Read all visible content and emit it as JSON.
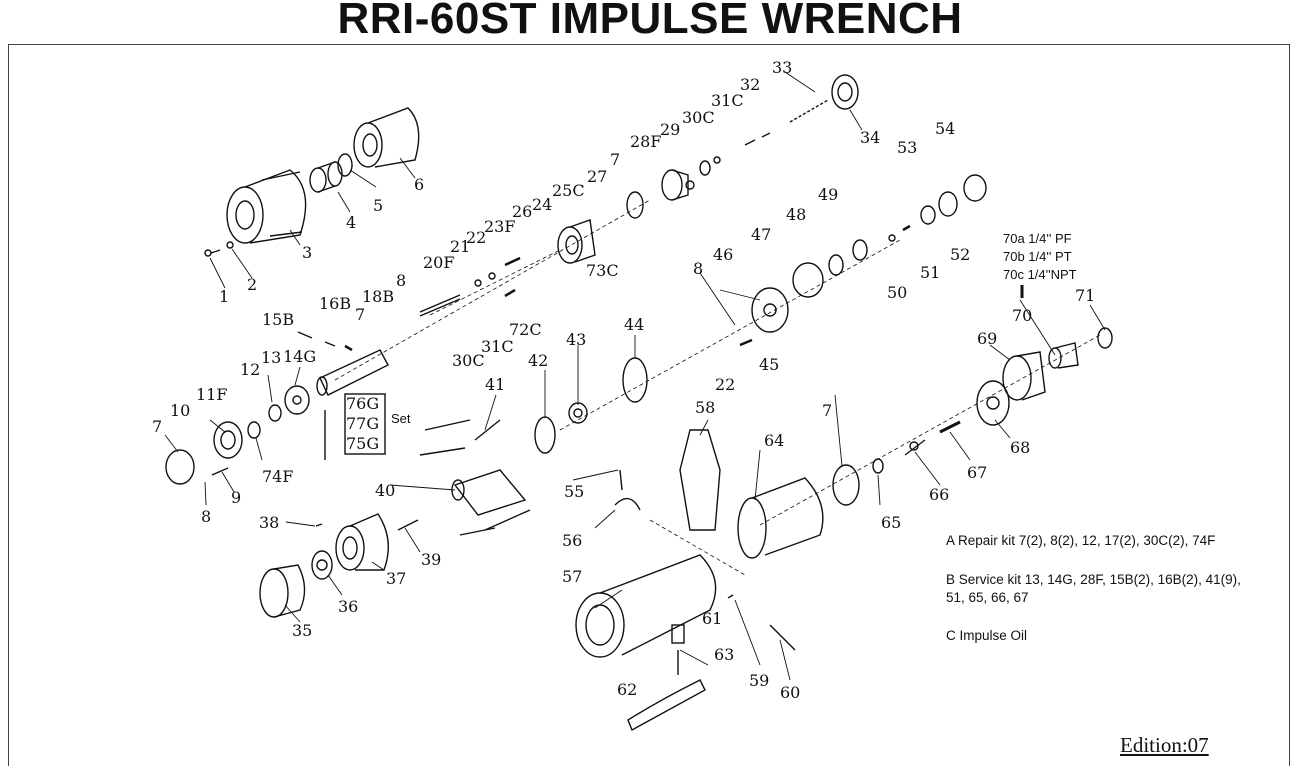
{
  "title": "RRI-60ST IMPULSE WRENCH",
  "parts": [
    {
      "id": "p1",
      "label": "1"
    },
    {
      "id": "p2",
      "label": "2"
    },
    {
      "id": "p3",
      "label": "3"
    },
    {
      "id": "p4",
      "label": "4"
    },
    {
      "id": "p5",
      "label": "5"
    },
    {
      "id": "p6",
      "label": "6"
    },
    {
      "id": "p7a",
      "label": "7"
    },
    {
      "id": "p7b",
      "label": "7"
    },
    {
      "id": "p7c",
      "label": "7"
    },
    {
      "id": "p7d",
      "label": "7"
    },
    {
      "id": "p8a",
      "label": "8"
    },
    {
      "id": "p8b",
      "label": "8"
    },
    {
      "id": "p8c",
      "label": "8"
    },
    {
      "id": "p9",
      "label": "9"
    },
    {
      "id": "p10",
      "label": "10"
    },
    {
      "id": "p11F",
      "label": "11F"
    },
    {
      "id": "p12",
      "label": "12"
    },
    {
      "id": "p13",
      "label": "13"
    },
    {
      "id": "p14G",
      "label": "14G"
    },
    {
      "id": "p15B",
      "label": "15B"
    },
    {
      "id": "p16B",
      "label": "16B"
    },
    {
      "id": "p18B",
      "label": "18B"
    },
    {
      "id": "p20F",
      "label": "20F"
    },
    {
      "id": "p21",
      "label": "21"
    },
    {
      "id": "p22a",
      "label": "22"
    },
    {
      "id": "p22b",
      "label": "22"
    },
    {
      "id": "p23F",
      "label": "23F"
    },
    {
      "id": "p24",
      "label": "24"
    },
    {
      "id": "p25C",
      "label": "25C"
    },
    {
      "id": "p26",
      "label": "26"
    },
    {
      "id": "p27",
      "label": "27"
    },
    {
      "id": "p28F",
      "label": "28F"
    },
    {
      "id": "p29",
      "label": "29"
    },
    {
      "id": "p30Ca",
      "label": "30C"
    },
    {
      "id": "p30Cb",
      "label": "30C"
    },
    {
      "id": "p31Ca",
      "label": "31C"
    },
    {
      "id": "p31Cb",
      "label": "31C"
    },
    {
      "id": "p32",
      "label": "32"
    },
    {
      "id": "p33",
      "label": "33"
    },
    {
      "id": "p34",
      "label": "34"
    },
    {
      "id": "p35",
      "label": "35"
    },
    {
      "id": "p36",
      "label": "36"
    },
    {
      "id": "p37",
      "label": "37"
    },
    {
      "id": "p38",
      "label": "38"
    },
    {
      "id": "p39",
      "label": "39"
    },
    {
      "id": "p40",
      "label": "40"
    },
    {
      "id": "p41",
      "label": "41"
    },
    {
      "id": "p42",
      "label": "42"
    },
    {
      "id": "p43",
      "label": "43"
    },
    {
      "id": "p44",
      "label": "44"
    },
    {
      "id": "p45",
      "label": "45"
    },
    {
      "id": "p46",
      "label": "46"
    },
    {
      "id": "p47",
      "label": "47"
    },
    {
      "id": "p48",
      "label": "48"
    },
    {
      "id": "p49",
      "label": "49"
    },
    {
      "id": "p50",
      "label": "50"
    },
    {
      "id": "p51",
      "label": "51"
    },
    {
      "id": "p52",
      "label": "52"
    },
    {
      "id": "p53",
      "label": "53"
    },
    {
      "id": "p54",
      "label": "54"
    },
    {
      "id": "p55",
      "label": "55"
    },
    {
      "id": "p56",
      "label": "56"
    },
    {
      "id": "p57",
      "label": "57"
    },
    {
      "id": "p58",
      "label": "58"
    },
    {
      "id": "p59",
      "label": "59"
    },
    {
      "id": "p60",
      "label": "60"
    },
    {
      "id": "p61",
      "label": "61"
    },
    {
      "id": "p62",
      "label": "62"
    },
    {
      "id": "p63",
      "label": "63"
    },
    {
      "id": "p64",
      "label": "64"
    },
    {
      "id": "p65",
      "label": "65"
    },
    {
      "id": "p66",
      "label": "66"
    },
    {
      "id": "p67",
      "label": "67"
    },
    {
      "id": "p68",
      "label": "68"
    },
    {
      "id": "p69",
      "label": "69"
    },
    {
      "id": "p70",
      "label": "70"
    },
    {
      "id": "p71",
      "label": "71"
    },
    {
      "id": "p72C",
      "label": "72C"
    },
    {
      "id": "p73C",
      "label": "73C"
    },
    {
      "id": "p74F",
      "label": "74F"
    },
    {
      "id": "p75G",
      "label": "75G"
    },
    {
      "id": "p76G",
      "label": "76G"
    },
    {
      "id": "p77G",
      "label": "77G"
    }
  ],
  "set_label": "Set",
  "inlet_variants": [
    "70a 1/4'' PF",
    "70b 1/4'' PT",
    "70c 1/4''NPT"
  ],
  "kits": {
    "a": "A Repair kit 7(2), 8(2), 12, 17(2), 30C(2), 74F",
    "b1": "B Service kit 13, 14G, 28F, 15B(2), 16B(2), 41(9),",
    "b2": "51, 65, 66, 67",
    "c": "C Impulse Oil"
  },
  "edition": "Edition:07"
}
